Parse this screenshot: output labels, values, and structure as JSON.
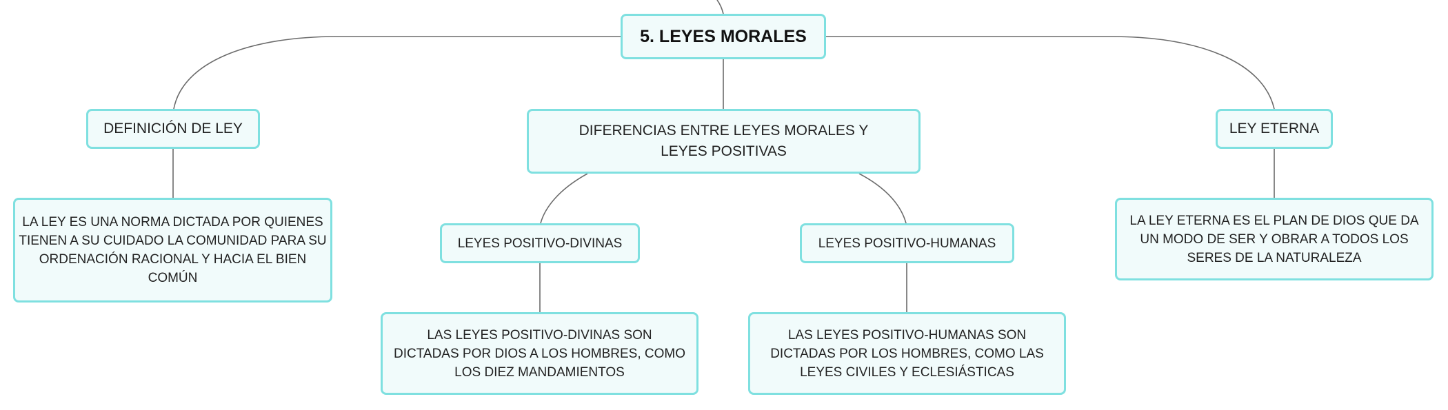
{
  "map": {
    "root": "5. LEYES MORALES",
    "definicion": {
      "title": "DEFINICIÓN DE LEY",
      "detail": "LA LEY ES UNA NORMA DICTADA POR QUIENES TIENEN A SU CUIDADO LA COMUNIDAD PARA SU ORDENACIÓN RACIONAL Y HACIA EL BIEN COMÚN"
    },
    "diferencias": {
      "title": "DIFERENCIAS ENTRE LEYES MORALES Y LEYES POSITIVAS",
      "divinas": {
        "title": "LEYES POSITIVO-DIVINAS",
        "detail": "LAS LEYES POSITIVO-DIVINAS SON DICTADAS POR DIOS A LOS HOMBRES, COMO LOS DIEZ MANDAMIENTOS"
      },
      "humanas": {
        "title": "LEYES POSITIVO-HUMANAS",
        "detail": "LAS LEYES POSITIVO-HUMANAS SON DICTADAS POR LOS HOMBRES, COMO LAS LEYES CIVILES Y ECLESIÁSTICAS"
      }
    },
    "eterna": {
      "title": "LEY ETERNA",
      "detail": "LA LEY ETERNA ES EL PLAN DE DIOS QUE DA UN MODO DE SER Y OBRAR A TODOS LOS SERES DE LA NATURALEZA"
    }
  }
}
